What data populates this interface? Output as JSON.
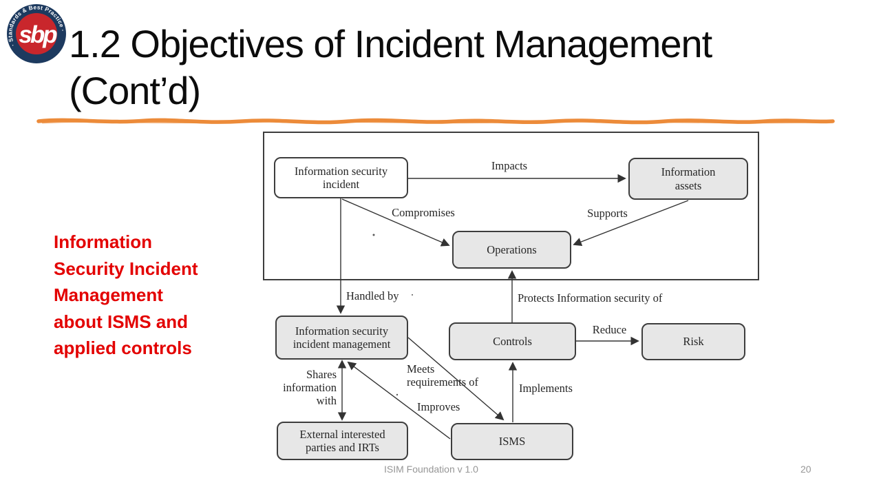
{
  "slide": {
    "title_line1": "1.2 Objectives of Incident Management",
    "title_line2": "(Cont’d)",
    "note": "Information\nSecurity Incident\nManagement\nabout ISMS and\napplied controls",
    "footer": "ISIM Foundation v 1.0",
    "page_number": "20"
  },
  "logo": {
    "ring_text": "· Standards & Best Practice ·",
    "center_text": "sbp",
    "ring_color": "#1d3a5f",
    "inner_color": "#c9262c"
  },
  "colors": {
    "accent_orange": "#ec8b3a",
    "note_red": "#e30000",
    "box_fill": "#e7e7e7",
    "box_border": "#3d3d3d",
    "diagram_line": "#333333",
    "footer_gray": "#969696"
  },
  "diagram": {
    "nodes": [
      {
        "id": "isi",
        "label": "Information security\nincident"
      },
      {
        "id": "assets",
        "label": "Information\nassets"
      },
      {
        "id": "operations",
        "label": "Operations"
      },
      {
        "id": "isim",
        "label": "Information security\nincident management"
      },
      {
        "id": "controls",
        "label": "Controls"
      },
      {
        "id": "risk",
        "label": "Risk"
      },
      {
        "id": "external",
        "label": "External interested\nparties and IRTs"
      },
      {
        "id": "isms",
        "label": "ISMS"
      }
    ],
    "edges": [
      {
        "from": "isi",
        "to": "assets",
        "label": "Impacts"
      },
      {
        "from": "isi",
        "to": "operations",
        "label": "Compromises"
      },
      {
        "from": "assets",
        "to": "operations",
        "label": "Supports"
      },
      {
        "from": "isi",
        "to": "isim",
        "label": "Handled by"
      },
      {
        "from": "controls",
        "to": "operations",
        "label": "Protects Information security of"
      },
      {
        "from": "controls",
        "to": "risk",
        "label": "Reduce"
      },
      {
        "from": "isim",
        "to": "external",
        "label": "Shares\ninformation\nwith"
      },
      {
        "from": "isim",
        "to": "isms",
        "label": "Meets\nrequirements of"
      },
      {
        "from": "isms",
        "to": "isim",
        "label": "Improves"
      },
      {
        "from": "isms",
        "to": "controls",
        "label": "Implements"
      }
    ]
  }
}
